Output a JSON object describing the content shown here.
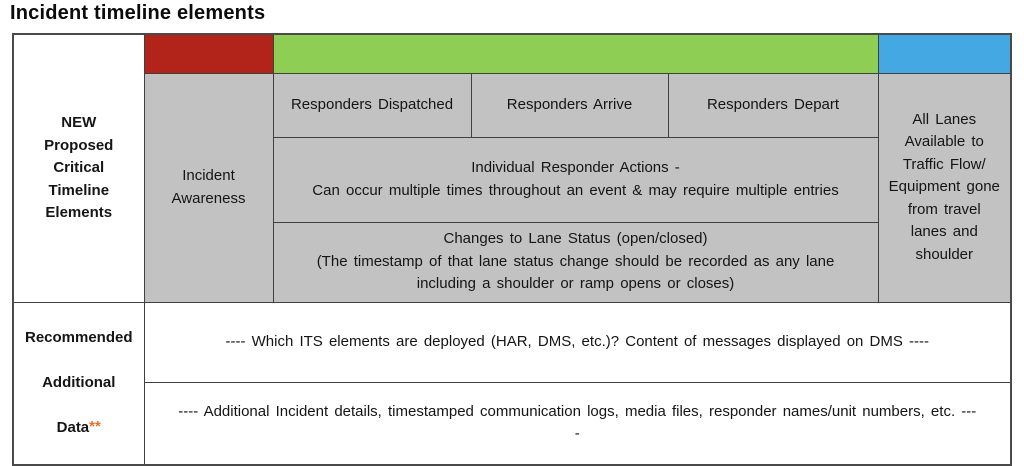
{
  "title": "Incident timeline elements",
  "colors": {
    "red_band": "#b2231a",
    "green_band": "#8fce55",
    "blue_band": "#44a9e2",
    "gray_cell": "#c2c2c2",
    "asterisk_orange": "#e0702e"
  },
  "row_labels": {
    "new_proposed": "NEW\nProposed\nCritical\nTimeline\nElements",
    "recommended": {
      "line1": "Recommended",
      "line2": "Additional",
      "line3": "Data",
      "asterisks": "**"
    }
  },
  "timeline": {
    "incident_awareness": "Incident\nAwareness",
    "responders_dispatched": "Responders Dispatched",
    "responders_arrive": "Responders Arrive",
    "responders_depart": "Responders Depart",
    "individual_responder_actions": "Individual Responder Actions -\nCan occur multiple times throughout an event & may require multiple entries",
    "changes_to_lane_status": "Changes to Lane Status (open/closed)\n(The timestamp of that lane status change should be recorded as any lane\nincluding a shoulder or ramp opens or closes)",
    "all_lanes": "All Lanes\nAvailable to\nTraffic Flow/\nEquipment gone\nfrom travel\nlanes and\nshoulder"
  },
  "additional_data": {
    "which_its": "---- Which ITS elements are deployed (HAR, DMS, etc.)? Content of messages displayed on DMS ----",
    "incident_details": "---- Additional Incident details, timestamped communication logs, media files, responder names/unit numbers, etc. ---\n-"
  }
}
